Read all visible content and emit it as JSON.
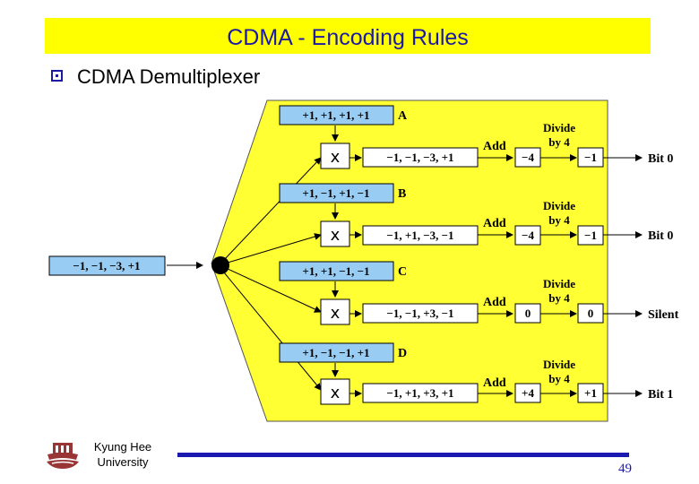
{
  "title": "CDMA - Encoding Rules",
  "subtitle": "CDMA Demultiplexer",
  "input_sequence": "−1, −1, −3, +1",
  "multiply_symbol": "x",
  "add_label": "Add",
  "divide_label_line1": "Divide",
  "divide_label_line2": "by 4",
  "channels": [
    {
      "code": "+1, +1, +1, +1",
      "name": "A",
      "product": "−1, −1, −3, +1",
      "sum": "−4",
      "result": "−1",
      "output": "Bit 0"
    },
    {
      "code": "+1, −1, +1, −1",
      "name": "B",
      "product": "−1, +1, −3, −1",
      "sum": "−4",
      "result": "−1",
      "output": "Bit 0"
    },
    {
      "code": "+1, +1, −1, −1",
      "name": "C",
      "product": "−1, −1, +3, −1",
      "sum": "0",
      "result": "0",
      "output": "Silent"
    },
    {
      "code": "+1, −1, −1, +1",
      "name": "D",
      "product": "−1, +1, +3, +1",
      "sum": "+4",
      "result": "+1",
      "output": "Bit 1"
    }
  ],
  "footer": {
    "university_line1": "Kyung Hee",
    "university_line2": "University",
    "page_number": "49"
  },
  "colors": {
    "title_background": "#ffff00",
    "title_text": "#1a1aa6",
    "diagram_background": "#ffff33",
    "box_fill": "#99ccf2",
    "accent_line": "#1a1ab0",
    "logo": "#9a3535"
  }
}
